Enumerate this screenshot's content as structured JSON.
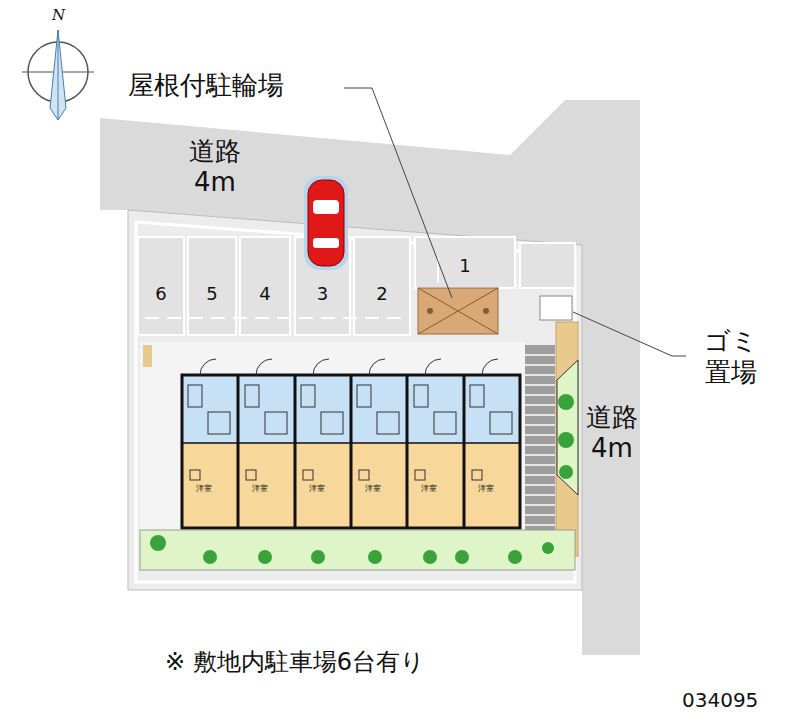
{
  "diagram": {
    "caption": "※ 敷地内駐車場6台有り",
    "nodes": [
      {
        "text": [
          "6"
        ]
      },
      {
        "text": [
          "5"
        ]
      },
      {
        "text": [
          "4"
        ]
      },
      {
        "text": [
          "3"
        ]
      },
      {
        "text": [
          "2"
        ]
      },
      {
        "text": [
          "1"
        ]
      }
    ],
    "labels": [
      "N",
      "屋根付駐輪場",
      "道路 4m",
      "ゴミ 置場",
      "道路 4m",
      "洋室",
      "洋室",
      "洋室",
      "洋室",
      "洋室",
      "洋室",
      "034095"
    ]
  }
}
